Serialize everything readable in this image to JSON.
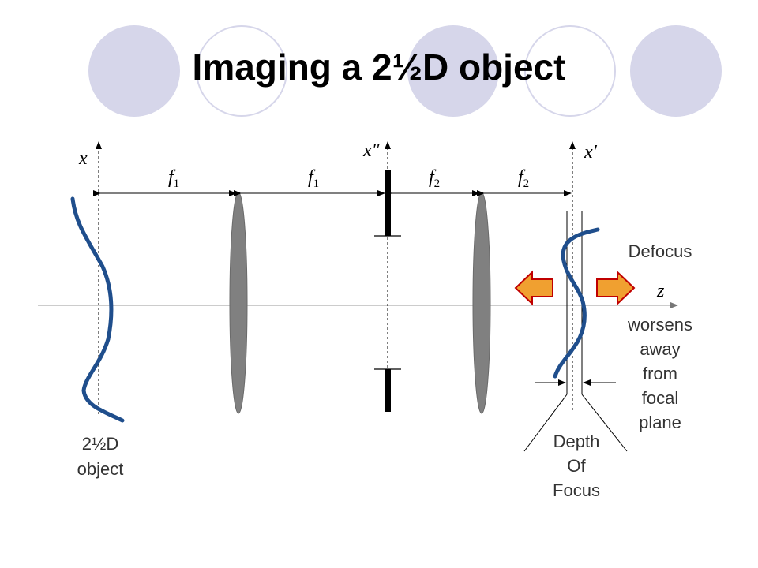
{
  "title": "Imaging a 2½D object",
  "colors": {
    "circle_fill": "#d6d6ea",
    "object_curve": "#1f4e8c",
    "lens": "#808080",
    "arrow_fill": "#f0a030",
    "arrow_stroke": "#c00000"
  },
  "axes": {
    "x": "x",
    "x_double_prime": "x″",
    "x_prime": "x′",
    "z": "z"
  },
  "distances": {
    "f": "f",
    "sub1": "1",
    "sub2": "2"
  },
  "labels": {
    "object_line1": "2½D",
    "object_line2": "object",
    "defocus": "Defocus",
    "worsens_lines": [
      "worsens",
      "away",
      "from",
      "focal",
      "plane"
    ],
    "depth_lines": [
      "Depth",
      "Of",
      "Focus"
    ]
  }
}
